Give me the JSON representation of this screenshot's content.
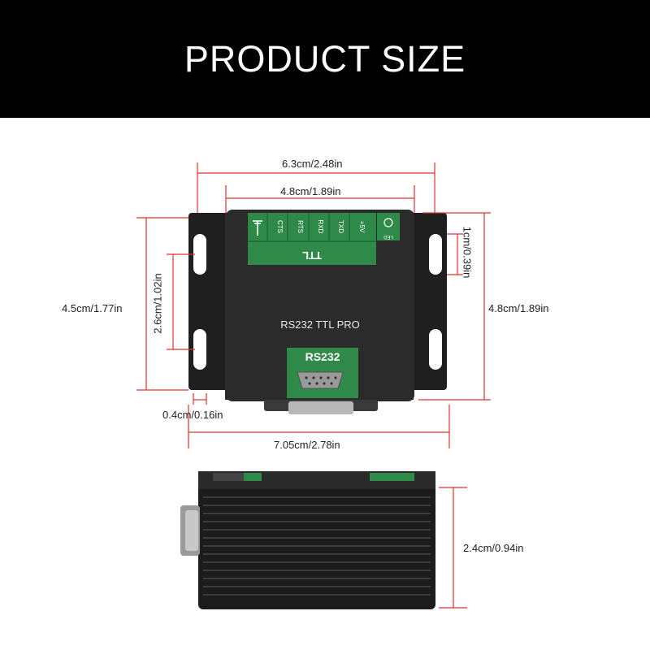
{
  "header": {
    "title": "PRODUCT SIZE"
  },
  "dimensions": {
    "total_width_top": "6.3cm/2.48in",
    "terminal_width": "4.8cm/1.89in",
    "body_height_left": "4.5cm/1.77in",
    "hole_span": "2.6cm/1.02in",
    "hole_width": "1cm/0.39in",
    "right_height": "4.8cm/1.89in",
    "flange_width": "0.4cm/0.16in",
    "overall_width": "7.05cm/2.78in",
    "thickness": "2.4cm/0.94in"
  },
  "device": {
    "model": "RS232 TTL PRO",
    "ttl_label": "TTL",
    "rs232_label": "RS232",
    "pins": [
      "CTS",
      "RTS",
      "RXD",
      "TXD",
      "+5V"
    ],
    "led_label": "LED"
  },
  "colors": {
    "banner": "#000000",
    "dimension_line": "#e03030",
    "device_body": "#2b2b2b",
    "pcb_green": "#2f8a4a"
  }
}
